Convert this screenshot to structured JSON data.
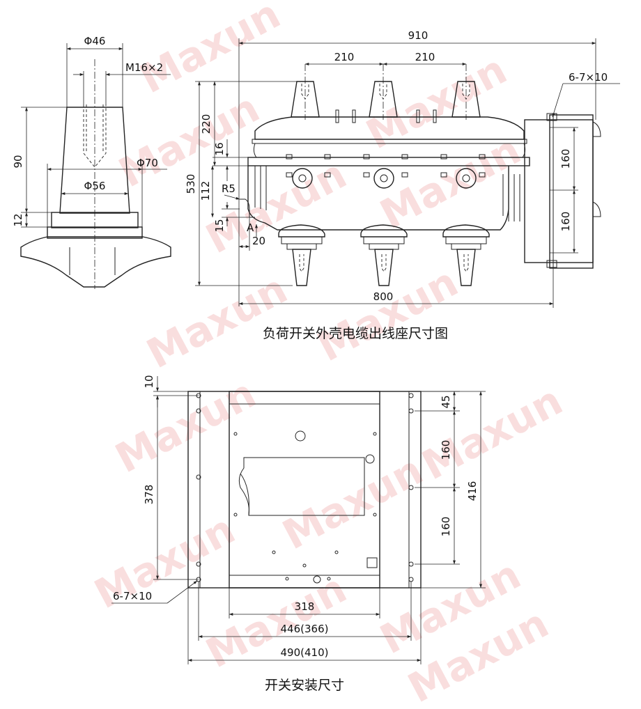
{
  "watermark": "Maxun",
  "top_drawing": {
    "caption": "负荷开关外壳电缆出线座尺寸图",
    "bushing_dims": {
      "phi46": "Φ46",
      "m16": "M16×2",
      "phi70": "Φ70",
      "phi56": "Φ56",
      "h90": "90",
      "h12": "12"
    },
    "switch_dims": {
      "w910": "910",
      "w210a": "210",
      "w210b": "210",
      "holes": "6-7×10",
      "h220": "220",
      "h16": "16",
      "h530": "530",
      "h112": "112",
      "r5": "R5",
      "h15": "15",
      "a": "A",
      "w20": "20",
      "w800": "800",
      "h160a": "160",
      "h160b": "160"
    }
  },
  "bottom_drawing": {
    "caption": "开关安装尺寸",
    "dims": {
      "h10": "10",
      "h378": "378",
      "holes": "6-7×10",
      "h45": "45",
      "h160a": "160",
      "h160b": "160",
      "h416": "416",
      "w318": "318",
      "w446": "446(366)",
      "w490": "490(410)"
    }
  },
  "colors": {
    "line": "#222222",
    "watermark": "#f2b8b8",
    "background": "#ffffff"
  }
}
